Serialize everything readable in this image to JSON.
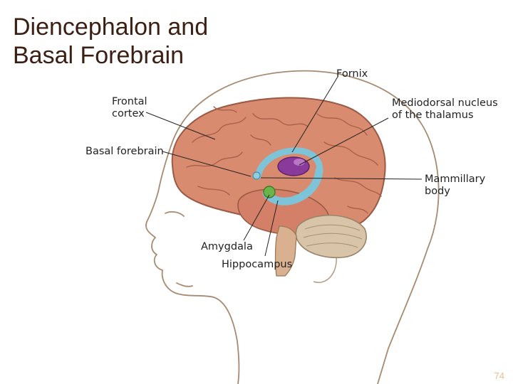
{
  "title": {
    "line1": "Diencephalon and",
    "line2": "Basal Forebrain"
  },
  "labels": {
    "fornix": "Fornix",
    "frontal_cortex": [
      "Frontal",
      "cortex"
    ],
    "mediodorsal": [
      "Mediodorsal nucleus",
      "of the thalamus"
    ],
    "basal_forebrain": "Basal forebrain",
    "mammillary": [
      "Mammillary",
      "body"
    ],
    "amygdala": "Amygdala",
    "hippocampus": "Hippocampus"
  },
  "page_number": "74",
  "colors": {
    "cortex": "#d98b70",
    "fornix_hippocampus": "#7ec4d8",
    "thalamus_nucleus": "#8a3a9a",
    "amygdala": "#6ab44a",
    "cerebellum": "#d8c4a8",
    "title_text": "#3b1f13",
    "page_number": "#e3c48a"
  }
}
